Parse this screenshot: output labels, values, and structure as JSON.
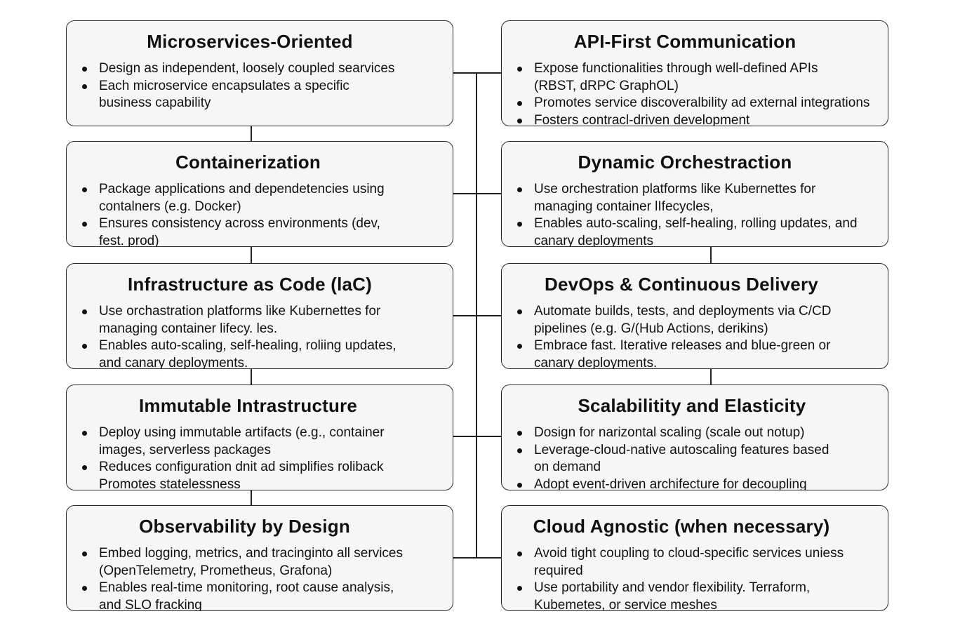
{
  "cards": [
    {
      "title": "Microservices-Oriented",
      "bullets": [
        "Design as independent, loosely coupled searvices",
        "Each microservice encapsulates a specific",
        "business capability"
      ]
    },
    {
      "title": "API-First Communication",
      "bullets": [
        "Expose functionalities through well-defined APIs",
        "(RBST, dRPC GraphOL)",
        "Promotes service discoveralbility ad external integrations",
        "Fosters contracl-driven development"
      ]
    },
    {
      "title": "Containerization",
      "bullets": [
        "Package applications and dependetencies using",
        "contalners (e.g. Docker)",
        "Ensures consistency across environments (dev,",
        "fest. prod)"
      ]
    },
    {
      "title": "Dynamic Orchestraction",
      "bullets": [
        "Use orchestration platforms like Kubernettes for",
        "managing container lIfecycles,",
        "Enables auto-scaling, self-healing, rolling updates, and",
        "canary deployments"
      ]
    },
    {
      "title": "Infrastructure as Code (laC)",
      "bullets": [
        "Use orchastration platforms like Kubernettes for",
        "managing container lifecy. les.",
        "Enables auto-scaling, self-healing, roliing updates,",
        "and canary deployments."
      ]
    },
    {
      "title": "DevOps & Continuous Delivery",
      "bullets": [
        "Automate builds, tests, and deployments via C/CD",
        "pipelines (e.g. G/(Hub Actions, derikins)",
        "Embrace fast. Iterative releases and blue-green or",
        "canary deployments."
      ]
    },
    {
      "title": "Immutable Intrastructure",
      "bullets": [
        "Deploy using immutable artifacts (e.g., container",
        "images, serverless packages",
        "Reduces configuration dnit ad simplifies roliback",
        "Promotes statelessness"
      ]
    },
    {
      "title": "Scalabilitity and Elasticity",
      "bullets": [
        "Dosign for narizontal scaling (scale out notup)",
        "Leverage-cloud-native autoscaling features based",
        "on demand",
        "Adopt event-driven archifecture for decoupling"
      ]
    },
    {
      "title": "Observability by Design",
      "bullets": [
        "Embed logging, metrics, and tracinginto all services",
        "(OpenTelemetry, Prometheus, Grafona)",
        "Enables real-time monitoring, root cause analysis,",
        "and SLO fracking"
      ]
    },
    {
      "title": "Cloud Agnostic (when necessary)",
      "bullets": [
        "Avoid tight coupling to cloud-specific services uniess",
        "required",
        "Use portability and vendor flexibility. Terraform,",
        "Kubemetes, or service meshes"
      ]
    }
  ]
}
